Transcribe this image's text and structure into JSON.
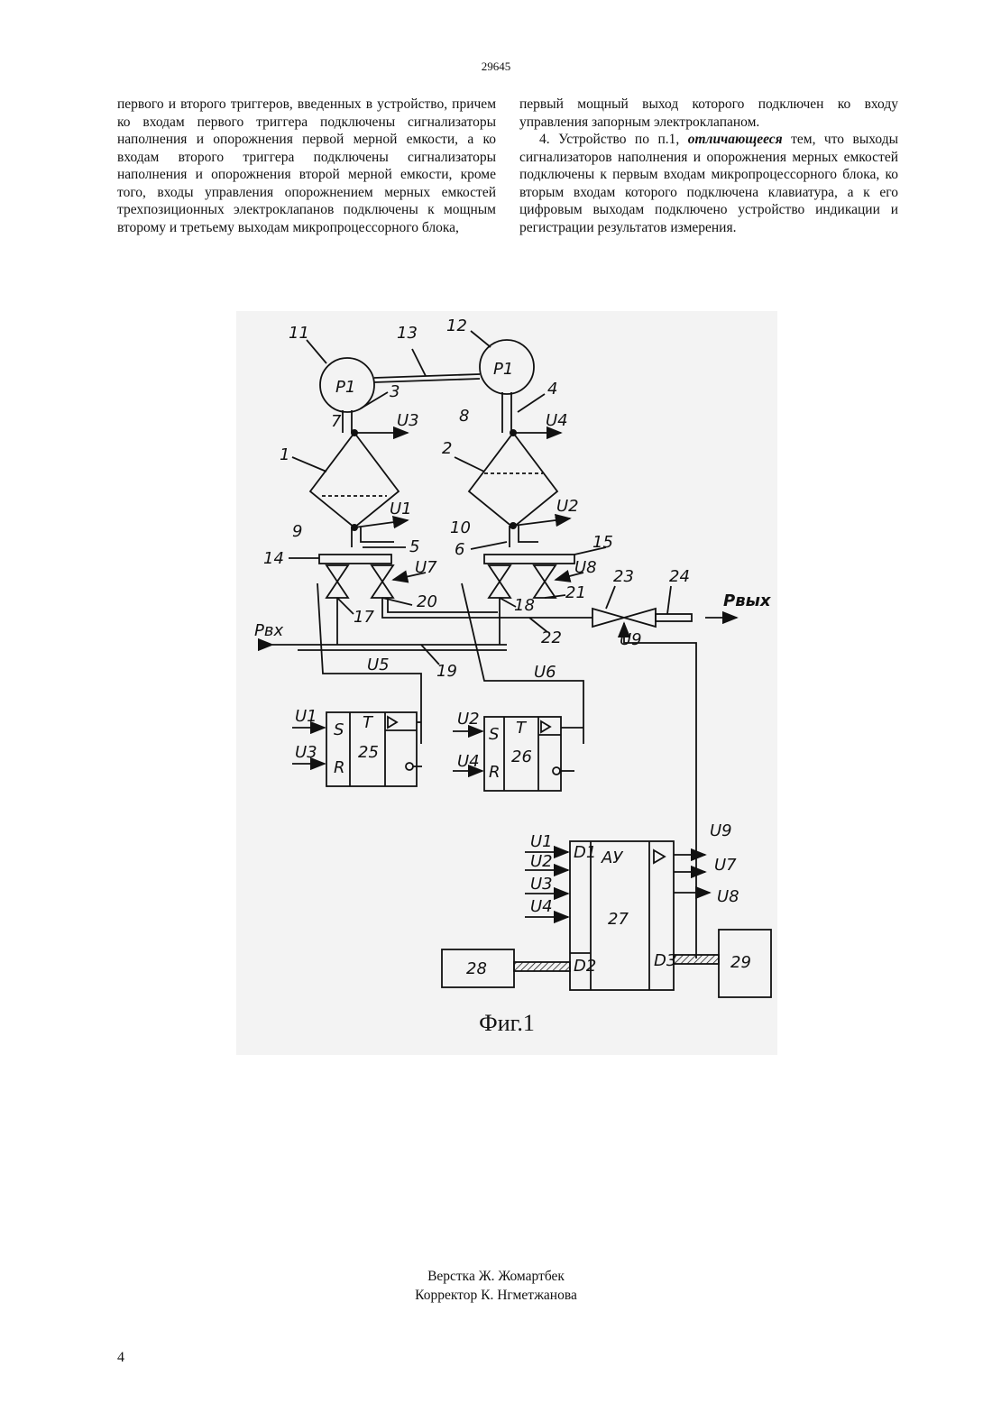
{
  "header": {
    "doc_number": "29645"
  },
  "text": {
    "left_column": "первого и второго триггеров, введенных в устройство, причем ко входам первого триггера подключены сигнализаторы наполнения и опорожнения первой мерной емкости, а ко входам второго триггера подключены сигнализаторы наполнения и опорожнения второй мерной емкости, кроме того, входы управления опорожнением мерных емкостей трехпозиционных электроклапанов подключены к мощным второму и третьему выходам микропроцессорного блока,",
    "right_para1": "первый мощный выход которого подключен ко входу управления запорным электроклапаном.",
    "claim4_prefix": "4. Устройство по п.1, ",
    "claim4_emphasis": "отличающееся",
    "claim4_rest": " тем, что выходы сигнализаторов наполнения и опорожнения мерных емкостей подключены к первым входам микропроцессорного блока, ко вторым входам которого подключена клавиатура, а к его цифровым выходам подключено устройство индикации и регистрации результатов измерения."
  },
  "figure": {
    "caption": "Фиг.1",
    "labels": {
      "n11": "11",
      "n12": "12",
      "n13": "13",
      "p1a": "P1",
      "p1b": "P1",
      "n3": "3",
      "n4": "4",
      "n7": "7",
      "n8": "8",
      "u3a": "U3",
      "u4a": "U4",
      "n1": "1",
      "n2": "2",
      "u1a": "U1",
      "u2a": "U2",
      "n9": "9",
      "n10": "10",
      "n5": "5",
      "n6": "6",
      "n14": "14",
      "n15": "15",
      "u7a": "U7",
      "u8a": "U8",
      "n17": "17",
      "n20": "20",
      "n18": "18",
      "n21": "21",
      "n23": "23",
      "n24": "24",
      "pout": "Pвых",
      "pin": "Pвх",
      "n22": "22",
      "u9a": "U9",
      "n19": "19",
      "u5": "U5",
      "u6": "U6",
      "t25_u1": "U1",
      "t25_u3": "U3",
      "t25_s": "S",
      "t25_r": "R",
      "t25_t": "T",
      "t25_num": "25",
      "t26_u2": "U2",
      "t26_u4": "U4",
      "t26_s": "S",
      "t26_r": "R",
      "t26_t": "T",
      "t26_num": "26",
      "u9b": "U9",
      "u7b": "U7",
      "u8b": "U8",
      "mp_u1": "U1",
      "mp_u2": "U2",
      "mp_u3": "U3",
      "mp_u4": "U4",
      "d1": "D1",
      "d2": "D2",
      "d3": "D3",
      "ay": "AУ",
      "n27": "27",
      "n28": "28",
      "n29": "29"
    }
  },
  "footer": {
    "credit1": "Верстка Ж. Жомартбек",
    "credit2": "Корректор К. Нгметжанова",
    "page_number": "4"
  }
}
